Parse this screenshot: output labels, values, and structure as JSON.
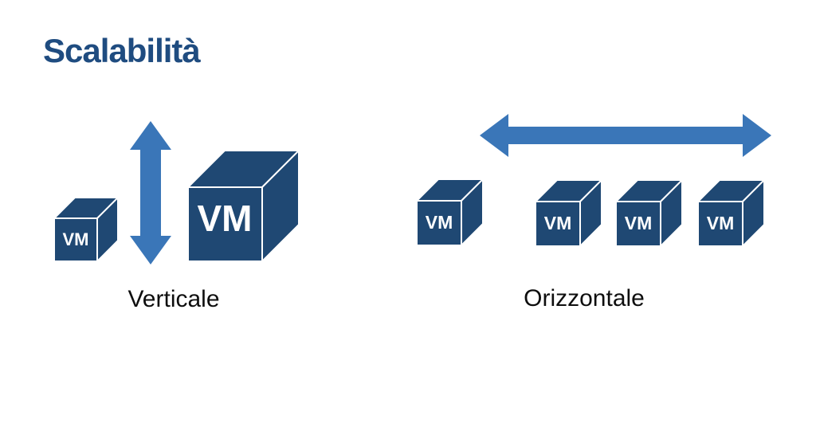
{
  "slide": {
    "title": "Scalabilità"
  },
  "colors": {
    "background": "#FFFFFF",
    "title-color": "#1F4C80",
    "cube-color": "#1F4873",
    "cube-edge-color": "#FFFFFF",
    "arrow-color": "#3A76B8",
    "label-color": "#0E0E0E"
  },
  "sections": {
    "vertical": {
      "label": "Verticale",
      "arrow_icon": "vertical-double-arrow-icon",
      "cubes": [
        {
          "label": "VM",
          "size": "small"
        },
        {
          "label": "VM",
          "size": "large"
        }
      ]
    },
    "horizontal": {
      "label": "Orizzontale",
      "arrow_icon": "horizontal-double-arrow-icon",
      "cubes": [
        {
          "label": "VM"
        },
        {
          "label": "VM"
        },
        {
          "label": "VM"
        },
        {
          "label": "VM"
        }
      ]
    }
  }
}
